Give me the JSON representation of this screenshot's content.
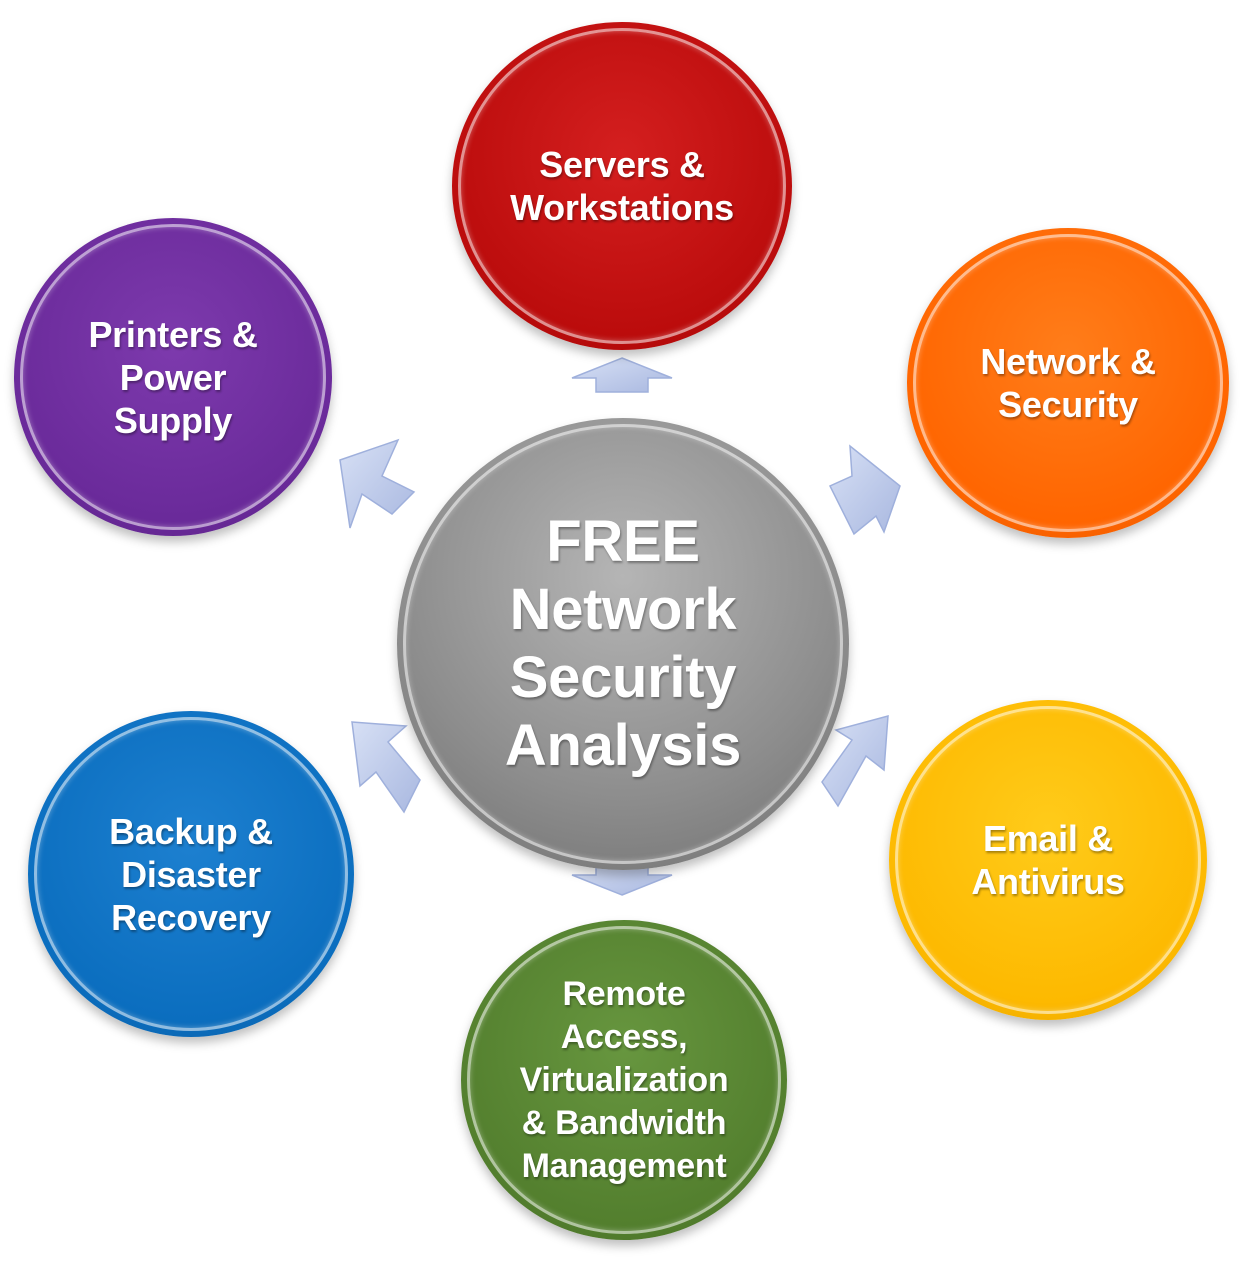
{
  "center": {
    "label": "FREE\nNetwork\nSecurity\nAnalysis",
    "color": "#8d8d8d"
  },
  "nodes": {
    "top": {
      "label": "Servers &\nWorkstations",
      "color": "#bb0c0c"
    },
    "right": {
      "label": "Network &\nSecurity",
      "color": "#ff6500"
    },
    "bottom_right": {
      "label": "Email &\nAntivirus",
      "color": "#fdb900"
    },
    "bottom": {
      "label": "Remote\nAccess,\nVirtualization\n& Bandwidth\nManagement",
      "color": "#537f2e"
    },
    "bottom_left": {
      "label": "Backup &\nDisaster\nRecovery",
      "color": "#0b6ebf"
    },
    "left": {
      "label": "Printers &\nPower\nSupply",
      "color": "#6a2a9a"
    }
  },
  "arrow_color": "#b9c6e8"
}
